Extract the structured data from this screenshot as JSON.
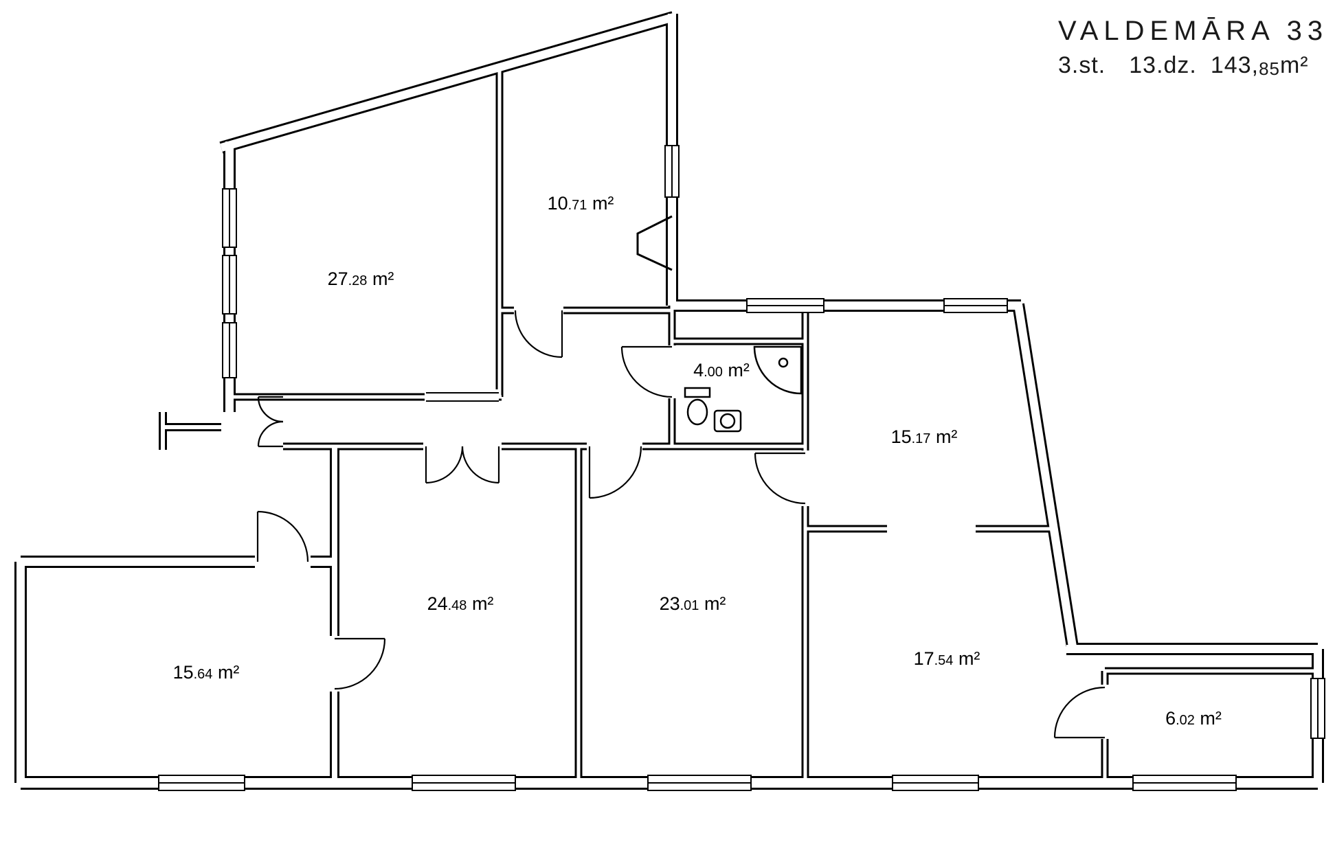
{
  "header": {
    "line1": "VALDEMĀRA 33",
    "floor": "3.st.",
    "apartment": "13.dz.",
    "area_main": "143,",
    "area_dec": "85",
    "area_unit": "m²"
  },
  "rooms": [
    {
      "key": "room-27-28",
      "int": "27",
      "dec": ".28",
      "unit": " m²"
    },
    {
      "key": "room-10-71",
      "int": "10",
      "dec": ".71",
      "unit": " m²"
    },
    {
      "key": "bathroom-4-00",
      "int": "4",
      "dec": ".00",
      "unit": " m²"
    },
    {
      "key": "room-15-17",
      "int": "15",
      "dec": ".17",
      "unit": " m²"
    },
    {
      "key": "room-24-48",
      "int": "24",
      "dec": ".48",
      "unit": " m²"
    },
    {
      "key": "room-23-01",
      "int": "23",
      "dec": ".01",
      "unit": " m²"
    },
    {
      "key": "room-15-64",
      "int": "15",
      "dec": ".64",
      "unit": " m²"
    },
    {
      "key": "room-17-54",
      "int": "17",
      "dec": ".54",
      "unit": " m²"
    },
    {
      "key": "room-6-02",
      "int": "6",
      "dec": ".02",
      "unit": " m²"
    }
  ]
}
